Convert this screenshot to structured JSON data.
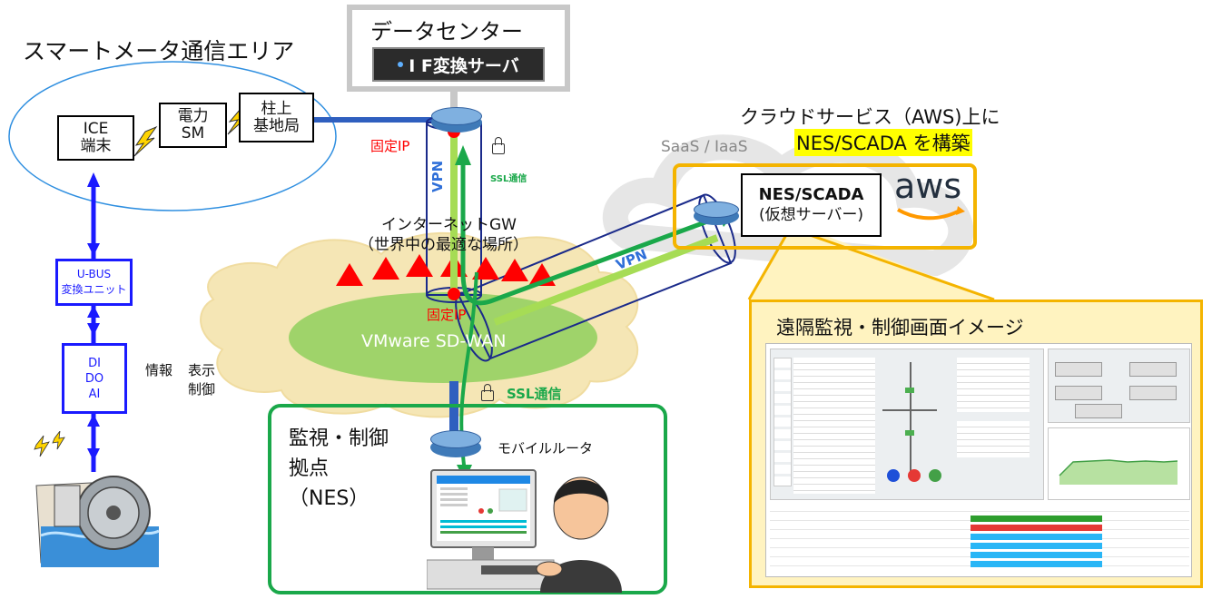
{
  "smart_meter_area": {
    "title": "スマートメータ通信エリア",
    "ice_terminal": [
      "ICE",
      "端末"
    ],
    "power_sm": [
      "電力",
      "SM"
    ],
    "pole_base_station": [
      "柱上",
      "基地局"
    ]
  },
  "data_center": {
    "title": "データセンター",
    "if_converter": "I F変換サーバ"
  },
  "fixed_ip_top": "固定IP",
  "fixed_ip_bottom": "固定IP",
  "vpn_vertical": "VPN",
  "vpn_diagonal": "VPN",
  "ssl_small": "SSL通信",
  "ssl_bottom": "SSL通信",
  "internet_gw": [
    "インターネットGW",
    "（世界中の最適な場所）"
  ],
  "sdwan": "VMware SD-WAN",
  "cloud": {
    "title": "クラウドサービス（AWS)上に",
    "highlight": "NES/SCADA を構築",
    "saas": "SaaS / IaaS",
    "nes_scada": "NES/SCADA",
    "virtual_server": "(仮想サーバー)",
    "aws_logo": "aws"
  },
  "equipment_chain": {
    "ubus": [
      "U-BUS",
      "変換ユニット"
    ],
    "dio": [
      "DI",
      "DO",
      "AI"
    ],
    "info": "情報",
    "display": "表示",
    "control": "制御"
  },
  "site": {
    "title": [
      "監視・制御",
      "拠点",
      "（NES）"
    ],
    "mobile_router": "モバイルルータ"
  },
  "remote_screen": {
    "title": "遠隔監視・制御画面イメージ"
  },
  "colors": {
    "blue_line": "#1a1aff",
    "green_path": "#1aa84a",
    "red": "#ff0000",
    "orange": "#f4b400",
    "yellow": "#ffff00",
    "link_blue": "#2f6fd8"
  }
}
